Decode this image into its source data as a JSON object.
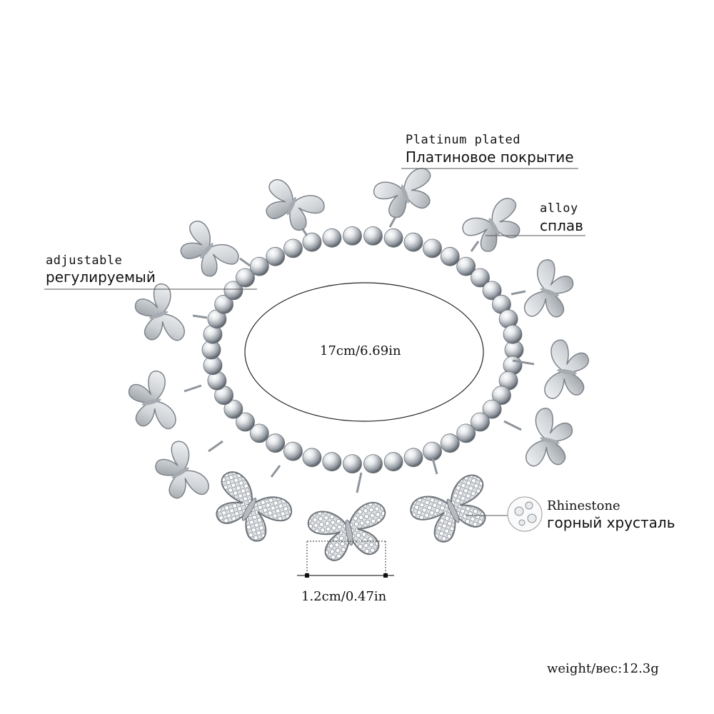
{
  "annotations": {
    "plating": {
      "en": "Platinum plated",
      "ru": "Платиновое покрытие"
    },
    "material": {
      "en": "alloy",
      "ru": "сплав"
    },
    "adjustable": {
      "en": "adjustable",
      "ru": "регулируемый"
    },
    "stone": {
      "en": "Rhinestone",
      "ru": "горный хрусталь"
    },
    "diameter": "17cm/6.69in",
    "charm_width": "1.2cm/0.47in",
    "weight": "weight/вес:12.3g"
  },
  "colors": {
    "background": "#ffffff",
    "silver": "#c9cdd2",
    "silver_dark": "#8f959c",
    "line": "#555555"
  },
  "icons": [
    "rhinestone-cluster-icon"
  ]
}
